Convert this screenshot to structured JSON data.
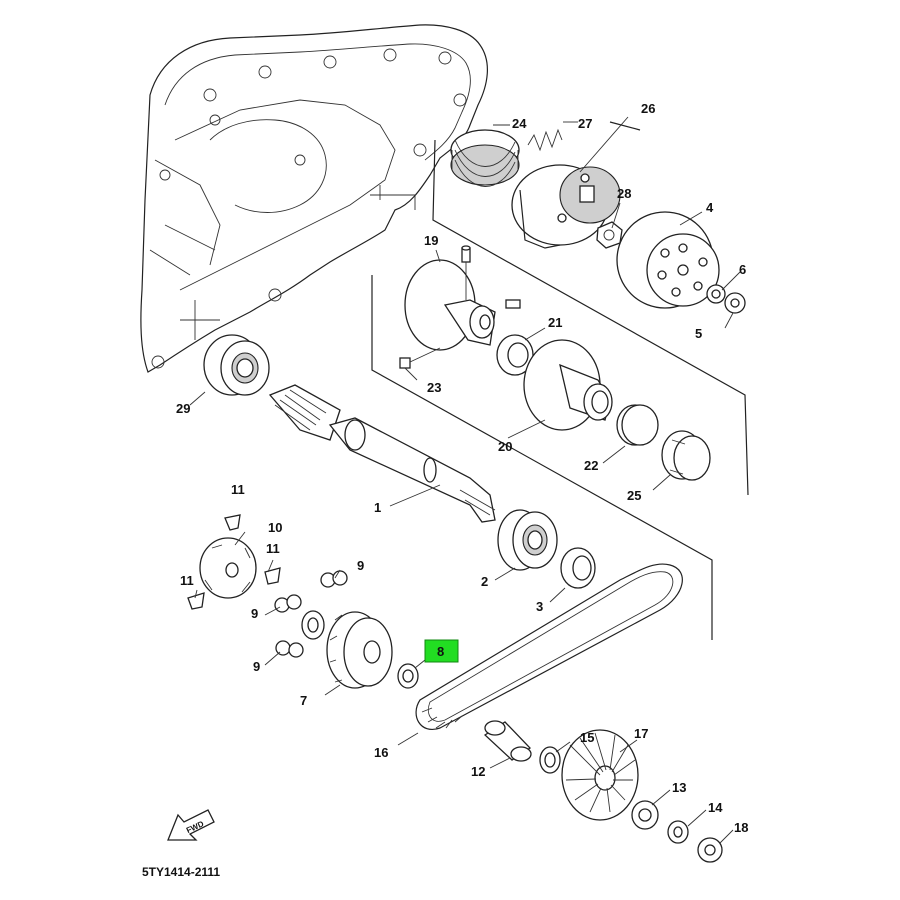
{
  "diagram": {
    "code": "5TY1414-2111",
    "fwd_label": "FWD",
    "highlight_color": "#22dd22",
    "callouts": [
      {
        "id": "1",
        "label": "1"
      },
      {
        "id": "2",
        "label": "2"
      },
      {
        "id": "3",
        "label": "3"
      },
      {
        "id": "4",
        "label": "4"
      },
      {
        "id": "5",
        "label": "5"
      },
      {
        "id": "6",
        "label": "6"
      },
      {
        "id": "7",
        "label": "7"
      },
      {
        "id": "8",
        "label": "8",
        "highlighted": true
      },
      {
        "id": "9a",
        "label": "9"
      },
      {
        "id": "9b",
        "label": "9"
      },
      {
        "id": "9c",
        "label": "9"
      },
      {
        "id": "10",
        "label": "10"
      },
      {
        "id": "11a",
        "label": "11"
      },
      {
        "id": "11b",
        "label": "11"
      },
      {
        "id": "11c",
        "label": "11"
      },
      {
        "id": "12",
        "label": "12"
      },
      {
        "id": "13",
        "label": "13"
      },
      {
        "id": "14",
        "label": "14"
      },
      {
        "id": "15",
        "label": "15"
      },
      {
        "id": "16",
        "label": "16"
      },
      {
        "id": "17",
        "label": "17"
      },
      {
        "id": "18",
        "label": "18"
      },
      {
        "id": "19",
        "label": "19"
      },
      {
        "id": "20",
        "label": "20"
      },
      {
        "id": "21",
        "label": "21"
      },
      {
        "id": "22",
        "label": "22"
      },
      {
        "id": "23",
        "label": "23"
      },
      {
        "id": "24",
        "label": "24"
      },
      {
        "id": "25",
        "label": "25"
      },
      {
        "id": "26",
        "label": "26"
      },
      {
        "id": "27",
        "label": "27"
      },
      {
        "id": "28",
        "label": "28"
      },
      {
        "id": "29",
        "label": "29"
      }
    ]
  }
}
